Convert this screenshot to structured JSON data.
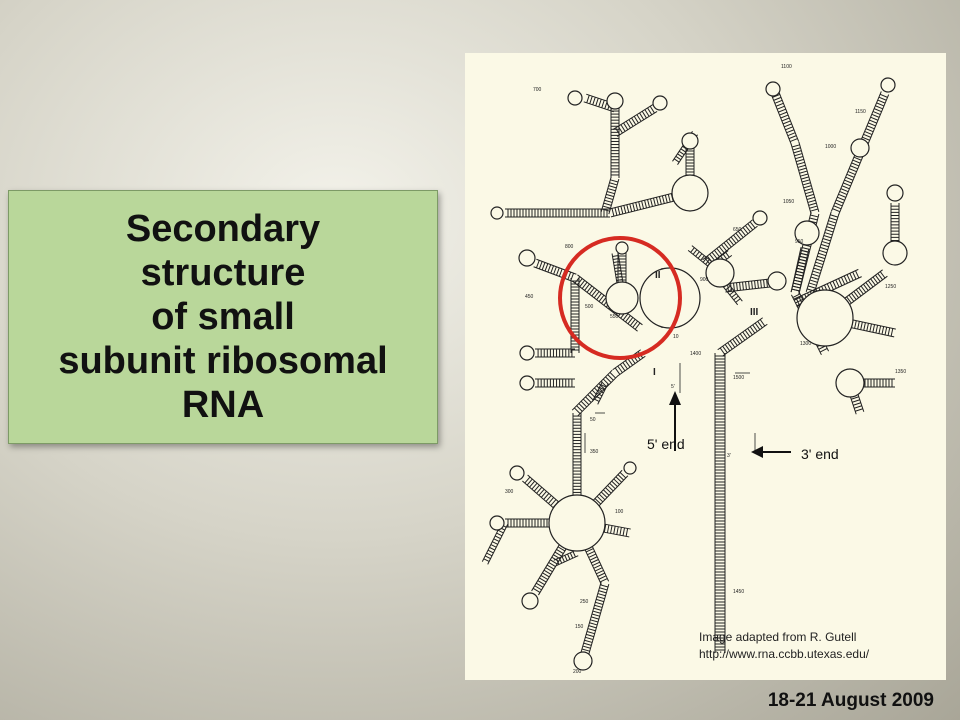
{
  "title": {
    "lines": [
      "Secondary",
      "structure",
      "of small",
      "subunit ribosomal",
      "RNA"
    ]
  },
  "diagram": {
    "domain_labels": [
      "I",
      "II",
      "III"
    ],
    "position_labels": [
      "700",
      "1100",
      "1150",
      "1000",
      "1050",
      "800",
      "650",
      "1250",
      "950",
      "900",
      "1300",
      "1350",
      "1400",
      "1500",
      "1450",
      "450",
      "500",
      "550",
      "350",
      "300",
      "100",
      "250",
      "150",
      "200",
      "10",
      "5'",
      "3'",
      "50"
    ],
    "five_prime_label": "5' end",
    "three_prime_label": "3' end",
    "highlight_color": "#d62b22"
  },
  "credit": {
    "line1": "Image adapted from R. Gutell",
    "line2": "http://www.rna.ccbb.utexas.edu/"
  },
  "date": "18-21 August 2009"
}
